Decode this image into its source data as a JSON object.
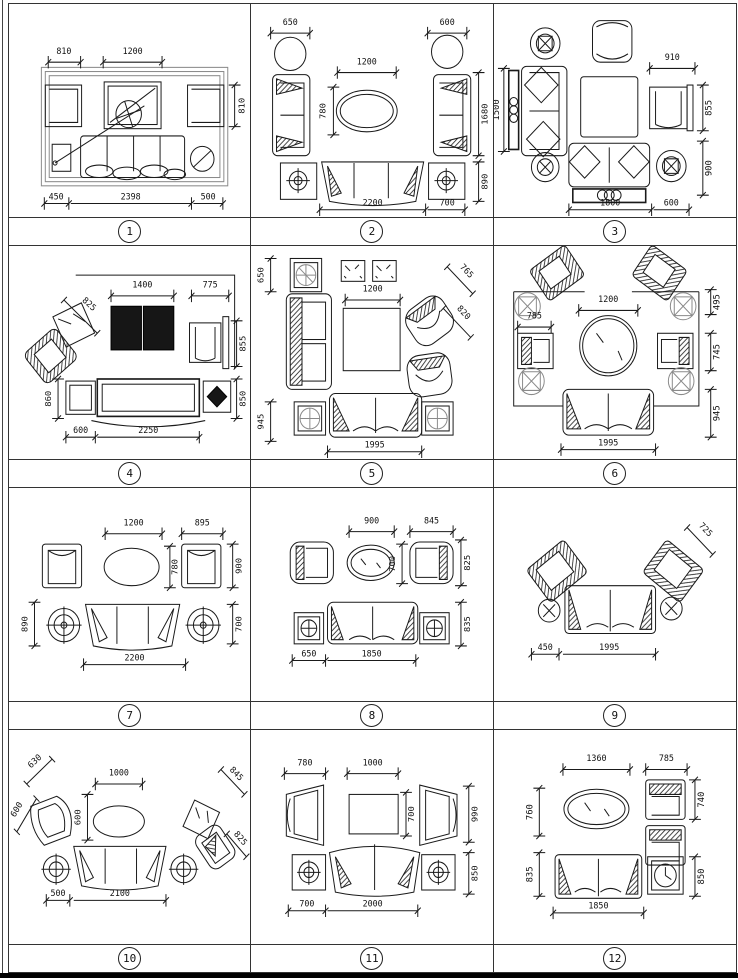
{
  "sheet": {
    "type": "cad-furniture-layout-blocks",
    "grid": {
      "rows": 4,
      "cols": 3
    },
    "colors": {
      "line": "#1a1a1a",
      "muted": "#8a8a8a",
      "background": "#ffffff"
    },
    "cells": [
      {
        "num": "1",
        "items": [
          "rug",
          "armchair-left",
          "armchair-right",
          "tv-table",
          "round-table",
          "sofa",
          "side-table"
        ],
        "dims": {
          "t1": "810",
          "t2": "1200",
          "r1": "810",
          "b1": "450",
          "b2": "2398",
          "b3": "500"
        }
      },
      {
        "num": "2",
        "items": [
          "plant-left",
          "plant-right",
          "loveseat-left",
          "loveseat-right",
          "oval-table",
          "sofa",
          "end-table-left",
          "end-table-right"
        ],
        "dims": {
          "t1": "650",
          "t2": "600",
          "c1": "1200",
          "l1": "780",
          "r1": "1680",
          "r2": "890",
          "b1": "2200",
          "b2": "700"
        }
      },
      {
        "num": "3",
        "items": [
          "stool",
          "plants",
          "tv-board",
          "sofa-left",
          "square-table",
          "armchair-right",
          "loveseat-bottom",
          "media-stand"
        ],
        "dims": {
          "l1": "1500",
          "t1": "910",
          "r1": "855",
          "r2": "900",
          "b1": "1800",
          "b2": "600"
        }
      },
      {
        "num": "4",
        "items": [
          "dark-table",
          "rotated-armchair",
          "cushion",
          "armchair-right",
          "long-sofa",
          "end-tables"
        ],
        "dims": {
          "t1": "1400",
          "t2": "775",
          "d1": "825",
          "l1": "860",
          "r1": "855",
          "r2": "850",
          "b1": "600",
          "b2": "2250"
        }
      },
      {
        "num": "5",
        "items": [
          "planters",
          "speaker-boxes",
          "loveseat-left",
          "fan-chairs",
          "square-table",
          "sofa"
        ],
        "dims": {
          "l1": "650",
          "c1": "1200",
          "d1": "765",
          "d2": "820",
          "l2": "945",
          "b1": "1995"
        }
      },
      {
        "num": "6",
        "items": [
          "rotated-chairs",
          "plants",
          "round-table",
          "armchair-left",
          "armchair-right",
          "sofa"
        ],
        "dims": {
          "c1": "1200",
          "l1": "785",
          "r1": "495",
          "r2": "745",
          "r3": "945",
          "b1": "1995"
        }
      },
      {
        "num": "7",
        "items": [
          "armchair-left",
          "armchair-right",
          "oval-table",
          "sofa",
          "round-side-tables"
        ],
        "dims": {
          "t1": "1200",
          "t2": "895",
          "c1": "780",
          "r1": "900",
          "r2": "700",
          "l1": "890",
          "b1": "2200"
        }
      },
      {
        "num": "8",
        "items": [
          "armchair-left",
          "armchair-right",
          "oval-table",
          "sofa",
          "planter-left",
          "planter-right"
        ],
        "dims": {
          "t1": "900",
          "t2": "845",
          "c1": "700",
          "r1": "825",
          "r2": "835",
          "b1": "650",
          "b2": "1850"
        }
      },
      {
        "num": "9",
        "items": [
          "rotated-chair-left",
          "rotated-chair-right",
          "sofa",
          "round-tables"
        ],
        "dims": {
          "d1": "725",
          "b1": "450",
          "b2": "1995"
        }
      },
      {
        "num": "10",
        "items": [
          "fan-chair",
          "oval-table",
          "sofa",
          "round-end-tables",
          "cushion",
          "rotated-armchair"
        ],
        "dims": {
          "d1": "630",
          "d2": "600",
          "t1": "1000",
          "c1": "600",
          "d3": "845",
          "d4": "825",
          "b1": "500",
          "b2": "2100"
        }
      },
      {
        "num": "11",
        "items": [
          "wing-chair-left",
          "wing-chair-right",
          "rect-table",
          "sofa",
          "end-table-left",
          "end-table-right"
        ],
        "dims": {
          "t1": "780",
          "t2": "1000",
          "c1": "700",
          "r1": "990",
          "r2": "850",
          "b1": "700",
          "b2": "2000"
        }
      },
      {
        "num": "12",
        "items": [
          "oval-table",
          "armchair-top",
          "armchair-bottom",
          "sofa",
          "clock-table"
        ],
        "dims": {
          "t1": "1360",
          "t2": "785",
          "l1": "760",
          "l2": "835",
          "r1": "740",
          "r2": "850",
          "b1": "1850"
        }
      }
    ]
  }
}
